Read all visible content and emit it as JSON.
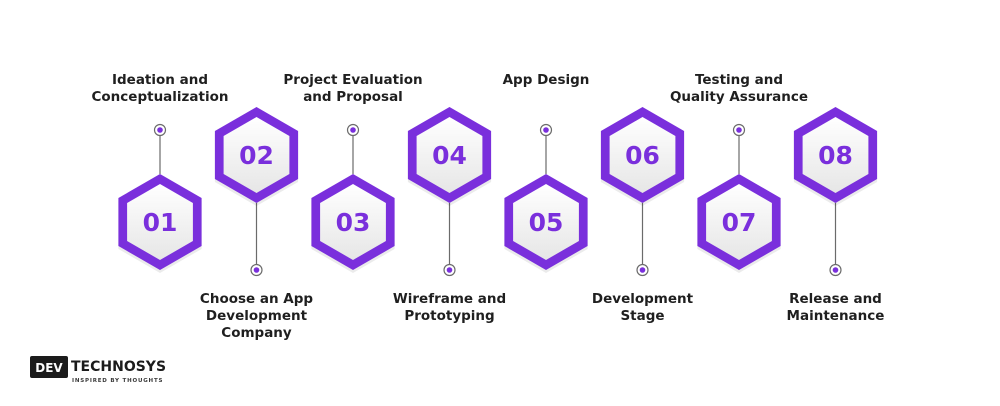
{
  "diagram": {
    "accent_color": "#7a2fdc",
    "steps": [
      {
        "number": "01",
        "label_lines": [
          "Ideation and",
          "Conceptualization"
        ],
        "label_position": "top"
      },
      {
        "number": "02",
        "label_lines": [
          "Choose an App",
          "Development",
          "Company"
        ],
        "label_position": "bottom"
      },
      {
        "number": "03",
        "label_lines": [
          "Project Evaluation",
          "and Proposal"
        ],
        "label_position": "top"
      },
      {
        "number": "04",
        "label_lines": [
          "Wireframe and",
          "Prototyping"
        ],
        "label_position": "bottom"
      },
      {
        "number": "05",
        "label_lines": [
          "App Design"
        ],
        "label_position": "top"
      },
      {
        "number": "06",
        "label_lines": [
          "Development",
          "Stage"
        ],
        "label_position": "bottom"
      },
      {
        "number": "07",
        "label_lines": [
          "Testing and",
          "Quality Assurance"
        ],
        "label_position": "top"
      },
      {
        "number": "08",
        "label_lines": [
          "Release and",
          "Maintenance"
        ],
        "label_position": "bottom"
      }
    ]
  },
  "logo": {
    "brand_left": "DEV",
    "brand_right": "TECHNOSYS",
    "tagline": "INSPIRED BY THOUGHTS"
  }
}
